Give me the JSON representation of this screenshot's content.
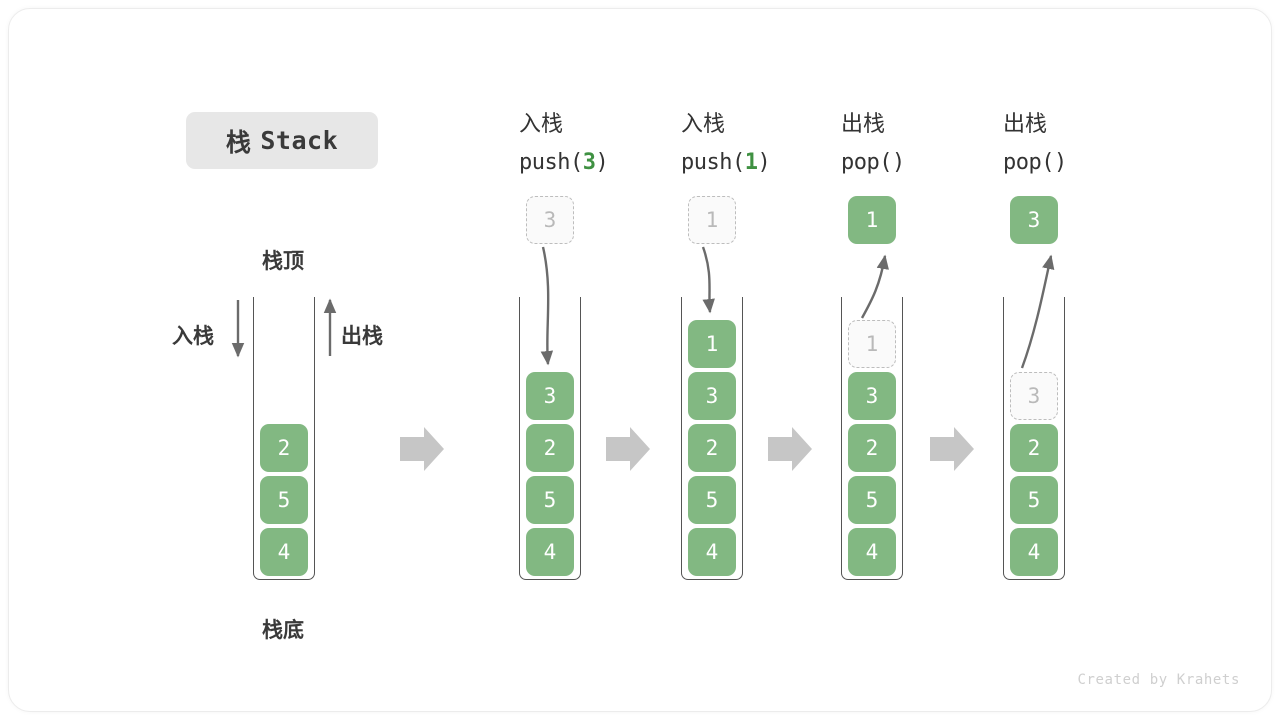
{
  "title": {
    "cn": "栈",
    "en": "Stack"
  },
  "labels": {
    "top": "栈顶",
    "bottom": "栈底",
    "push_side": "入栈",
    "pop_side": "出栈"
  },
  "credit": "Created by Krahets",
  "colors": {
    "cell_green": "#82b882",
    "ghost_border": "#bdbdbd",
    "ghost_text": "#b9b9b9",
    "arrow_gray": "#6b6b6b",
    "block_arrow": "#c6c6c6",
    "chip_bg": "#e7e7e7",
    "accent_text": "#3f9142"
  },
  "columns": [
    {
      "id": "initial",
      "head_line1": "",
      "head_line2": "",
      "head_arg": "",
      "cells": [
        {
          "value": "2",
          "ghost": false
        },
        {
          "value": "5",
          "ghost": false
        },
        {
          "value": "4",
          "ghost": false
        }
      ],
      "floating": null
    },
    {
      "id": "push-3",
      "head_line1": "入栈",
      "head_line2_pre": "push(",
      "head_arg": "3",
      "head_line2_post": ")",
      "cells": [
        {
          "value": "3",
          "ghost": false
        },
        {
          "value": "2",
          "ghost": false
        },
        {
          "value": "5",
          "ghost": false
        },
        {
          "value": "4",
          "ghost": false
        }
      ],
      "floating": {
        "value": "3",
        "ghost": true
      }
    },
    {
      "id": "push-1",
      "head_line1": "入栈",
      "head_line2_pre": "push(",
      "head_arg": "1",
      "head_line2_post": ")",
      "cells": [
        {
          "value": "1",
          "ghost": false
        },
        {
          "value": "3",
          "ghost": false
        },
        {
          "value": "2",
          "ghost": false
        },
        {
          "value": "5",
          "ghost": false
        },
        {
          "value": "4",
          "ghost": false
        }
      ],
      "floating": {
        "value": "1",
        "ghost": true
      }
    },
    {
      "id": "pop-1",
      "head_line1": "出栈",
      "head_line2_pre": "pop(",
      "head_arg": "",
      "head_line2_post": ")",
      "cells": [
        {
          "value": "1",
          "ghost": true
        },
        {
          "value": "3",
          "ghost": false
        },
        {
          "value": "2",
          "ghost": false
        },
        {
          "value": "5",
          "ghost": false
        },
        {
          "value": "4",
          "ghost": false
        }
      ],
      "floating": {
        "value": "1",
        "ghost": false
      }
    },
    {
      "id": "pop-2",
      "head_line1": "出栈",
      "head_line2_pre": "pop(",
      "head_arg": "",
      "head_line2_post": ")",
      "cells": [
        {
          "value": "3",
          "ghost": true
        },
        {
          "value": "2",
          "ghost": false
        },
        {
          "value": "5",
          "ghost": false
        },
        {
          "value": "4",
          "ghost": false
        }
      ],
      "floating": {
        "value": "3",
        "ghost": false
      }
    }
  ]
}
